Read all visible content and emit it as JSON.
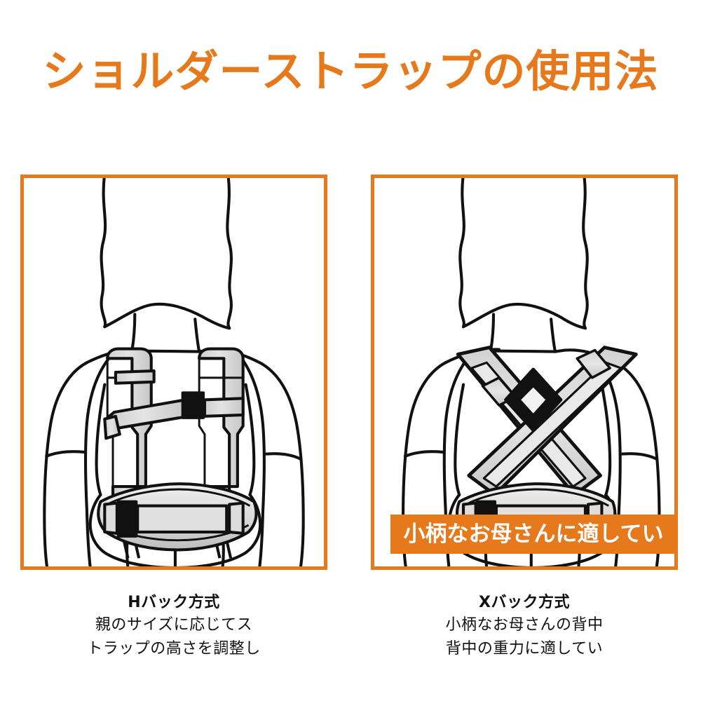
{
  "page": {
    "title": "ショルダーストラップの使用法",
    "background_color": "#ffffff",
    "accent_color": "#E5791C",
    "text_color": "#111111"
  },
  "panels": [
    {
      "id": "h-back",
      "illustration": "h-back-harness-illustration",
      "border_color": "#E5791C",
      "banner": null
    },
    {
      "id": "x-back",
      "illustration": "x-back-harness-illustration",
      "border_color": "#E5791C",
      "banner": {
        "text": "小柄なお母さんに適してい",
        "background_color": "#E5791C",
        "text_color": "#ffffff"
      }
    }
  ],
  "captions": {
    "left": {
      "title": "Hバック方式",
      "lines": [
        "親のサイズに応じてス",
        "トラップの高さを調整し"
      ]
    },
    "right": {
      "title": "Xバック方式",
      "lines": [
        "小柄なお母さんの背中",
        "背中の重力に適してい"
      ]
    }
  },
  "icons": {
    "chest_buckle": "buckle-icon",
    "waist_buckle": "waist-buckle-icon",
    "cross_buckle": "diamond-buckle-icon"
  },
  "colors": {
    "strap_fill": "#d6d6d6",
    "strap_fill_light": "#e8e8e8",
    "outline": "#111111",
    "buckle": "#111111"
  }
}
